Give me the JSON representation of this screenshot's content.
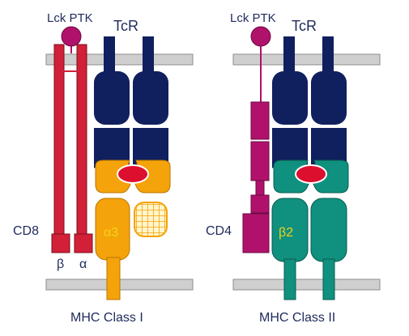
{
  "colors": {
    "tcr": "#101f5e",
    "membrane": "#cfcfcf",
    "cd8": "#d12038",
    "lck": "#b0126b",
    "mhc1": "#f5a30a",
    "b2m_fill": "#fff5cc",
    "b2m_grid": "#f5a30a",
    "cd4": "#b0126b",
    "mhc2": "#10907f",
    "peptide": "#dd0f2e",
    "label_dark": "#1f2a5c",
    "label_domain": "#f2d21a"
  },
  "left": {
    "lck_label": "Lck PTK",
    "tcr_label": "TcR",
    "coreceptor_label": "CD8",
    "beta_label": "β",
    "alpha_label": "α",
    "domain_label": "α3",
    "caption": "MHC Class I"
  },
  "right": {
    "lck_label": "Lck PTK",
    "tcr_label": "TcR",
    "coreceptor_label": "CD4",
    "domain_label": "β2",
    "caption": "MHC Class II"
  }
}
